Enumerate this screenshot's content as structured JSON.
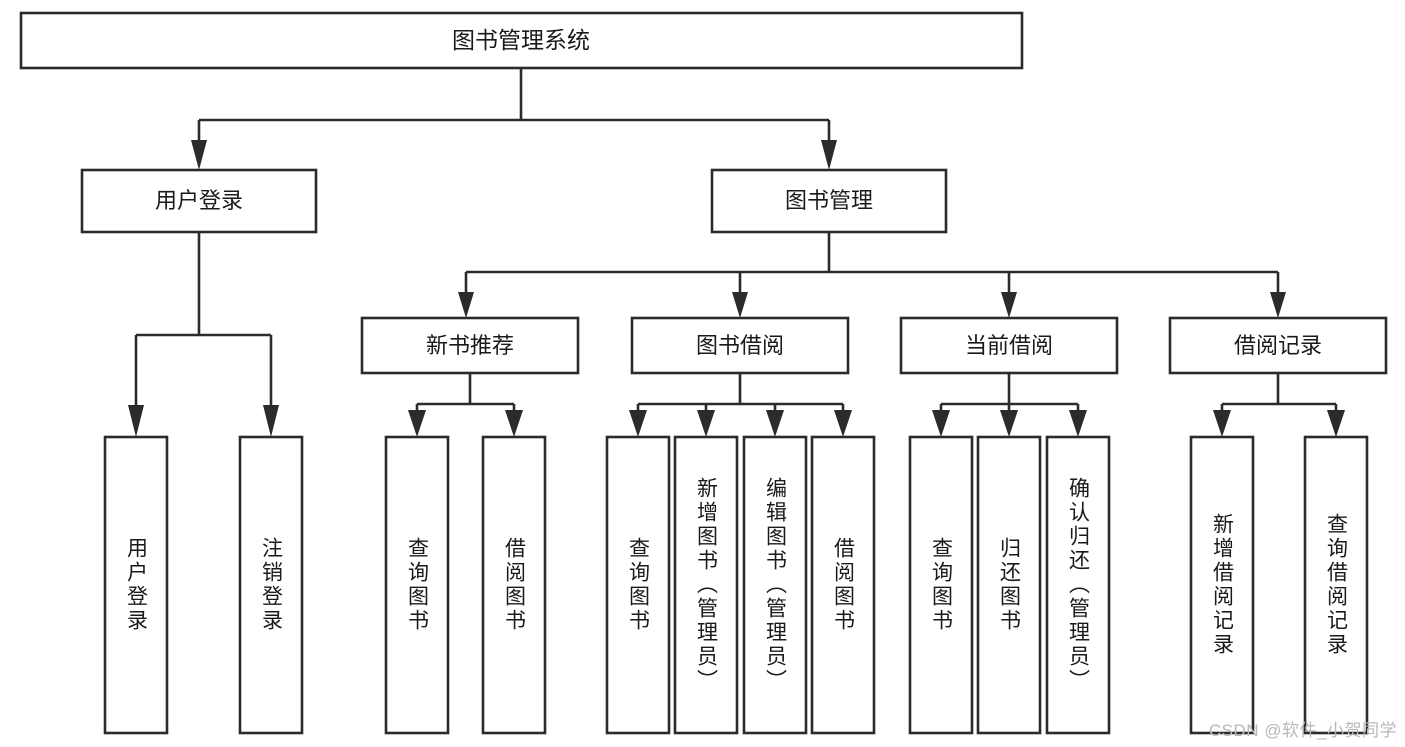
{
  "diagram": {
    "type": "tree-hierarchy",
    "title": "图书管理系统",
    "orientation": "top-down",
    "root": {
      "id": "root",
      "label": "图书管理系统",
      "level": 1
    },
    "level2": [
      {
        "id": "user-login",
        "label": "用户登录",
        "level": 2
      },
      {
        "id": "book-management",
        "label": "图书管理",
        "level": 2
      }
    ],
    "level3": [
      {
        "id": "new-book-recommend",
        "label": "新书推荐",
        "level": 3,
        "parent": "book-management"
      },
      {
        "id": "book-borrow",
        "label": "图书借阅",
        "level": 3,
        "parent": "book-management"
      },
      {
        "id": "current-borrow",
        "label": "当前借阅",
        "level": 3,
        "parent": "book-management"
      },
      {
        "id": "borrow-record",
        "label": "借阅记录",
        "level": 3,
        "parent": "book-management"
      }
    ],
    "leaves": [
      {
        "id": "leaf-user-login",
        "label": "用户登录",
        "parent": "user-login"
      },
      {
        "id": "leaf-logout",
        "label": "注销登录",
        "parent": "user-login"
      },
      {
        "id": "leaf-query-book-1",
        "label": "查询图书",
        "parent": "new-book-recommend"
      },
      {
        "id": "leaf-borrow-book-1",
        "label": "借阅图书",
        "parent": "new-book-recommend"
      },
      {
        "id": "leaf-query-book-2",
        "label": "查询图书",
        "parent": "book-borrow"
      },
      {
        "id": "leaf-add-book",
        "label": "新增图书（管理员）",
        "parent": "book-borrow"
      },
      {
        "id": "leaf-edit-book",
        "label": "编辑图书（管理员）",
        "parent": "book-borrow"
      },
      {
        "id": "leaf-borrow-book-2",
        "label": "借阅图书",
        "parent": "book-borrow"
      },
      {
        "id": "leaf-query-book-3",
        "label": "查询图书",
        "parent": "current-borrow"
      },
      {
        "id": "leaf-return-book",
        "label": "归还图书",
        "parent": "current-borrow"
      },
      {
        "id": "leaf-confirm-return",
        "label": "确认归还（管理员）",
        "parent": "current-borrow"
      },
      {
        "id": "leaf-add-record",
        "label": "新增借阅记录",
        "parent": "borrow-record"
      },
      {
        "id": "leaf-query-record",
        "label": "查询借阅记录",
        "parent": "borrow-record"
      }
    ],
    "colors": {
      "stroke": "#2b2b2b",
      "fill": "#ffffff",
      "text": "#1a1a1a",
      "watermark": "#b8b8b8",
      "background": "#ffffff"
    }
  },
  "watermark": {
    "text": "CSDN @软件_小贺同学"
  }
}
